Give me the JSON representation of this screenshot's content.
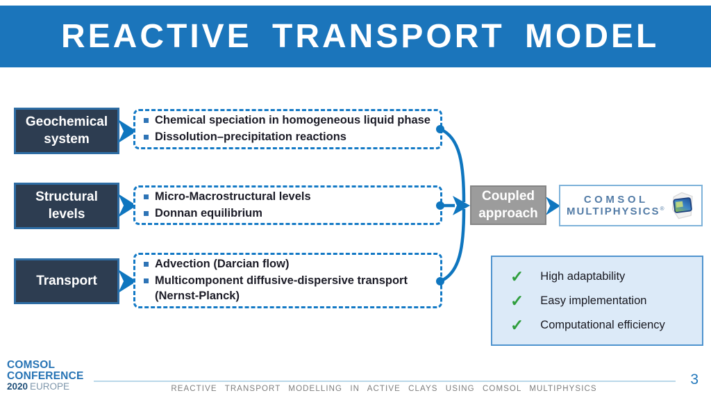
{
  "slide": {
    "title": "REACTIVE TRANSPORT MODEL",
    "page_number": "3",
    "footer": {
      "logo_line1": "COMSOL",
      "logo_line2": "CONFERENCE",
      "logo_year": "2020",
      "logo_region": "EUROPE",
      "caption": "REACTIVE TRANSPORT MODELLING IN ACTIVE CLAYS USING COMSOL MULTIPHYSICS"
    }
  },
  "diagram": {
    "rows": [
      {
        "source": "Geochemical system",
        "items": [
          "Chemical speciation in homogeneous liquid phase",
          "Dissolution–precipitation reactions"
        ]
      },
      {
        "source": "Structural levels",
        "items": [
          "Micro-Macrostructural levels",
          "Donnan equilibrium"
        ]
      },
      {
        "source": "Transport",
        "items": [
          "Advection (Darcian flow)",
          "Multicomponent diffusive-dispersive transport (Nernst-Planck)"
        ]
      }
    ],
    "coupled": {
      "line1": "Coupled",
      "line2": "approach"
    },
    "comsol_logo": {
      "line1": "COMSOL",
      "line2": "MULTIPHYSICS",
      "registered": "®"
    },
    "benefits": [
      "High adaptability",
      "Easy implementation",
      "Computational efficiency"
    ]
  },
  "icons": {
    "check": "✓"
  },
  "colors": {
    "header_blue": "#1b75bb",
    "accent_blue": "#0f76bf",
    "navy_box_fill": "#2d3d51",
    "navy_box_border": "#2e6da4",
    "dashed_border": "#1379c5",
    "bullet_blue": "#2e74b6",
    "coupled_gray": "#9c9c9c",
    "logo_border": "#7db2d9",
    "logo_text": "#527ba6",
    "benefits_bg": "#dceaf8",
    "benefits_border": "#4e93ce",
    "check_green": "#2f9e3d",
    "footer_blue": "#2673b4",
    "footer_gray": "#7d7d7d",
    "page_number_blue": "#1f76bb"
  }
}
